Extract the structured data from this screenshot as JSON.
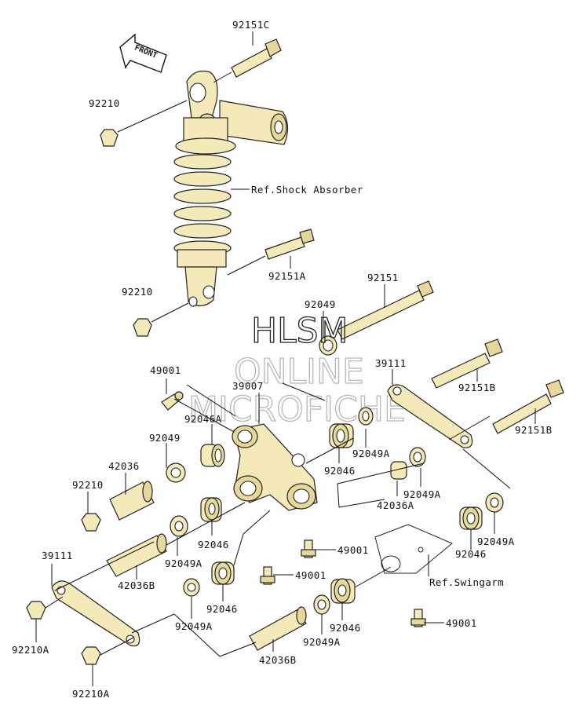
{
  "diagram": {
    "front_arrow_text": "FRONT",
    "watermark": {
      "line1": "HLSM",
      "line2": "ONLINE",
      "line3": "MICROFICHE"
    },
    "labels": {
      "bolt_92151C": "92151C",
      "nut_92210_top": "92210",
      "ref_shock": "Ref.Shock Absorber",
      "bolt_92151A": "92151A",
      "nut_92210_mid": "92210",
      "bolt_92151": "92151",
      "seal_92049_top": "92049",
      "link_39111_right": "39111",
      "fitting_49001_left": "49001",
      "rocker_39007": "39007",
      "bearing_92046A": "92046A",
      "bolt_92151B_upper": "92151B",
      "bolt_92151B_lower": "92151B",
      "seal_92049_left": "92049",
      "seal_92049A_upper_right": "92049A",
      "sleeve_42036": "42036",
      "nut_92210_left": "92210",
      "bearing_92046_mid": "92046",
      "seal_92049A_right": "92049A",
      "sleeve_42036A": "42036A",
      "link_39111_left": "39111",
      "bearing_92046_center": "92046",
      "fitting_49001_center": "49001",
      "seal_92049A_far_right": "92049A",
      "bearing_92046_far_right": "92046",
      "seal_92049A_center": "92049A",
      "sleeve_42036B_left": "42036B",
      "fitting_49001_lower": "49001",
      "ref_swingarm": "Ref.Swingarm",
      "bearing_92046_lower_left": "92046",
      "seal_92049A_lower_left": "92049A",
      "bearing_92046_lower_right": "92046",
      "fitting_49001_right": "49001",
      "nut_92210A_upper": "92210A",
      "seal_92049A_lower_right": "92049A",
      "sleeve_42036B_bottom": "42036B",
      "nut_92210A_lower": "92210A"
    }
  }
}
